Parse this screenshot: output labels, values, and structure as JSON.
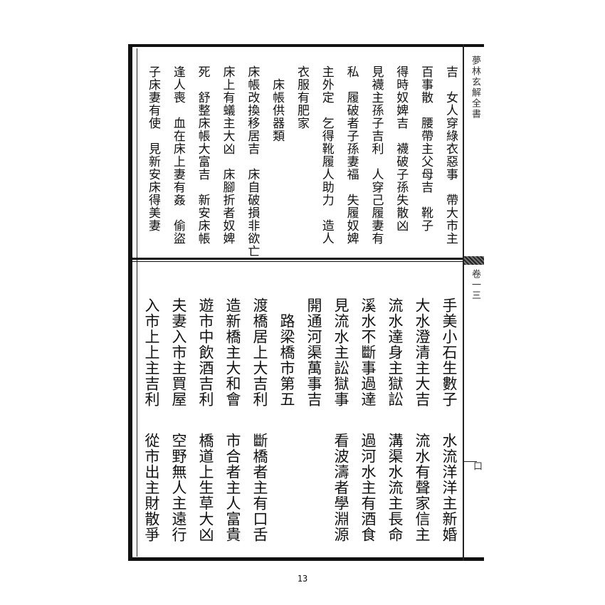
{
  "margin": {
    "book_title": "夢林玄解全書",
    "volume": "卷一三",
    "leaf_mark": "口"
  },
  "upper_columns": [
    "吉　女人穿綠衣惡事　帶大市主",
    "百事散　腰帶主父母吉　靴子",
    "得時奴婢吉　襪破子孫失散凶",
    "見襪主孫子吉利　人穿己履妻有",
    "私　履破者子孫妻福　失履奴婢",
    "主外定　乞得靴履人助力　造人",
    "衣服有肥家",
    "　床帳供器類",
    "床帳改換移居吉　床自破損非欲亡",
    "床上有蟻主大凶　床腳折者奴婢",
    "死　舒整床帳大富吉　新安床帳",
    "逢人喪　血在床上妻有姦　偷盜",
    "子床妻有使　見新安床得美妻"
  ],
  "lower_columns": [
    {
      "top": "手美小石生數子",
      "bottom": "水流洋洋主新婚"
    },
    {
      "top": "大水澄清主大吉",
      "bottom": "流水有聲家信主"
    },
    {
      "top": "流水達身主獄訟",
      "bottom": "溝渠水流主長命"
    },
    {
      "top": "溪水不斷事過達",
      "bottom": "過河水主有酒食"
    },
    {
      "top": "見流水主訟獄事",
      "bottom": "看波濤者學淵源"
    },
    {
      "top": "開通河渠萬事吉",
      "bottom": ""
    },
    {
      "top": "　路梁橋市第五",
      "bottom": ""
    },
    {
      "top": "渡橋居上大吉利",
      "bottom": "斷橋者主有口舌"
    },
    {
      "top": "造新橋主大和會",
      "bottom": "市合者主人富貴"
    },
    {
      "top": "遊市中飲酒吉利",
      "bottom": "橋道上生草大凶"
    },
    {
      "top": "夫妻入市主買屋",
      "bottom": "空野無人主遠行"
    },
    {
      "top": "入市上上主吉利",
      "bottom": "從市出主財散爭"
    }
  ],
  "page_number": "13"
}
